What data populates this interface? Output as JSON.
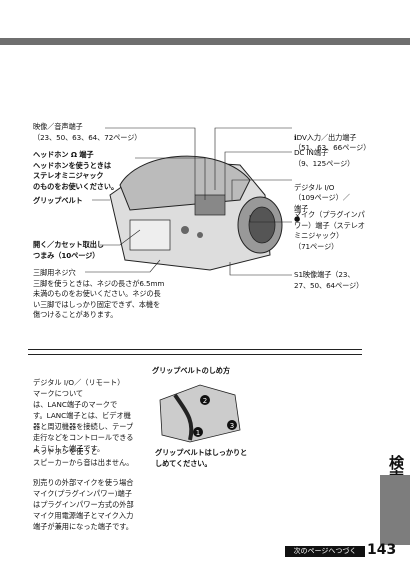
{
  "side_tab": {
    "label": "検索する"
  },
  "footer": {
    "next_label": "次のページへつづく",
    "page_number": "143"
  },
  "callouts_left": [
    {
      "text": "映像／音声端子\n（23、50、63、64、72ページ）"
    },
    {
      "text": "ヘッドホン Ω 端子\nヘッドホンを使うときは\nステレオミニジャック\nのものをお使いください。"
    },
    {
      "text": "グリップベルト"
    },
    {
      "text": "開く／カセット取出し\nつまみ（10ページ）"
    },
    {
      "text": "三脚用ネジ穴\n三脚を使うときは、ネジの長さが6.5mm\n未満のものをお使いください。ネジの長\nい三脚ではしっかり固定できず、本機を\n傷つけることがあります。"
    }
  ],
  "callouts_right": [
    {
      "text": "DV入力／出力端子\n（51、63、66ページ）"
    },
    {
      "text": "DC IN端子\n（9、125ページ）"
    },
    {
      "text": "デジタル I/O\n（109ページ）／\n端子"
    },
    {
      "text": "マイク（プラグインパ\nワー）端子（ステレオ\nミニジャック）\n（71ページ）"
    },
    {
      "text": "S1映像端子（23、\n27、50、64ページ）"
    }
  ],
  "notes_left": [
    {
      "text": "デジタル I/O／（リモート）\nマークについて\nは、LANC端子のマークで\nす。LANC端子とは、ビデオ機\n器と周辺機器を接続し、テープ\n走行などをコントロールできる\nようにした端子です。"
    },
    {
      "text": "ヘッドホンを使うと\nスピーカーから音は出ません。"
    },
    {
      "text": "別売りの外部マイクを使う場合\nマイク(プラグインパワー)端子\nはプラグインパワー方式の外部\nマイク用電源端子とマイク入力\n端子が兼用になった端子です。"
    }
  ],
  "grip_section": {
    "title": "グリップベルトのしめ方",
    "caption": "グリップベルトはしっかりと\nしめてください。",
    "steps": [
      "1",
      "2",
      "3"
    ]
  }
}
